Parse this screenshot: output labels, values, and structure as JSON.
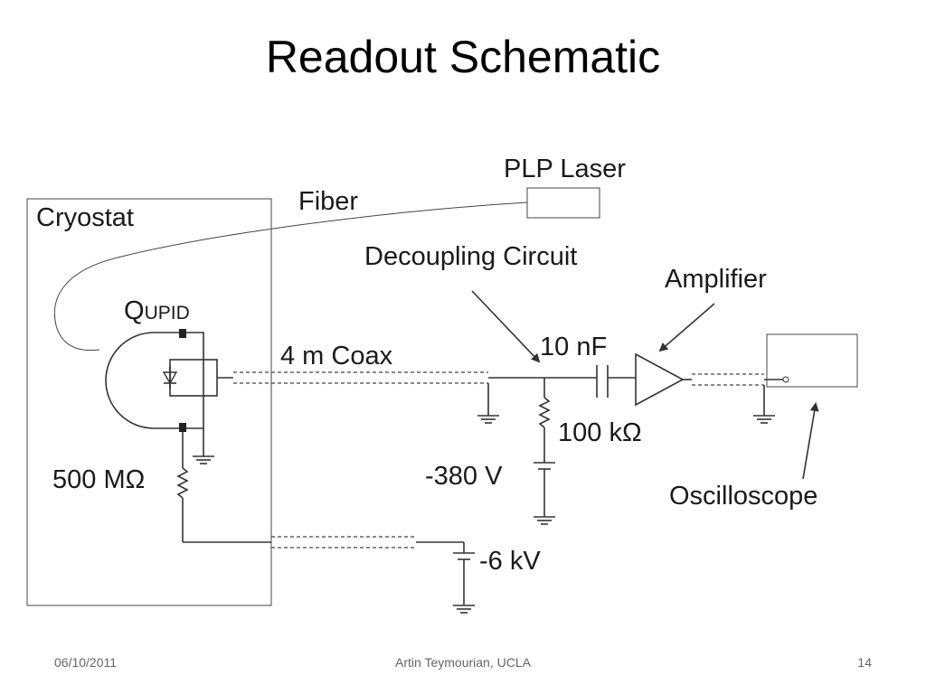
{
  "slide": {
    "title": "Readout Schematic"
  },
  "diagram": {
    "labels": {
      "cryostat": "Cryostat",
      "fiber": "Fiber",
      "plp_laser": "PLP Laser",
      "qupid_q": "Q",
      "qupid_rest": "UPID",
      "coax": "4 m Coax",
      "decoupling_circuit": "Decoupling Circuit",
      "amplifier": "Amplifier",
      "capacitor_value": "10 nF",
      "resistor_100k": "100 kΩ",
      "bias_380": "-380 V",
      "resistor_500m": "500 MΩ",
      "oscilloscope": "Oscilloscope",
      "hv_6kv": "-6 kV"
    }
  },
  "footer": {
    "date": "06/10/2011",
    "author": "Artin Teymourian, UCLA",
    "page": "14"
  }
}
